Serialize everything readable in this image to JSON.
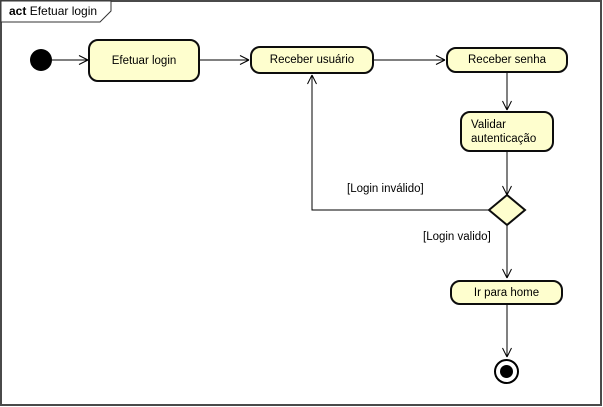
{
  "frame": {
    "keyword": "act",
    "title": "Efetuar login"
  },
  "diagram_type": "uml-activity-diagram",
  "nodes": {
    "initial": {
      "type": "initial-node"
    },
    "efetuar_login": {
      "label": "Efetuar login"
    },
    "receber_usuario": {
      "label": "Receber usuário"
    },
    "receber_senha": {
      "label": "Receber senha"
    },
    "validar_autenticacao": {
      "label": "Validar autenticação"
    },
    "decision": {
      "type": "decision-node"
    },
    "ir_para_home": {
      "label": "Ir para home"
    },
    "final": {
      "type": "activity-final-node"
    }
  },
  "edges": {
    "guard_invalido": "[Login inválido]",
    "guard_valido": "[Login valido]"
  },
  "colors": {
    "node_fill": "#FEFECE",
    "node_border": "#000000",
    "edge": "#000000",
    "frame_border": "#4A4A4A",
    "canvas": "#FFFFFF"
  }
}
